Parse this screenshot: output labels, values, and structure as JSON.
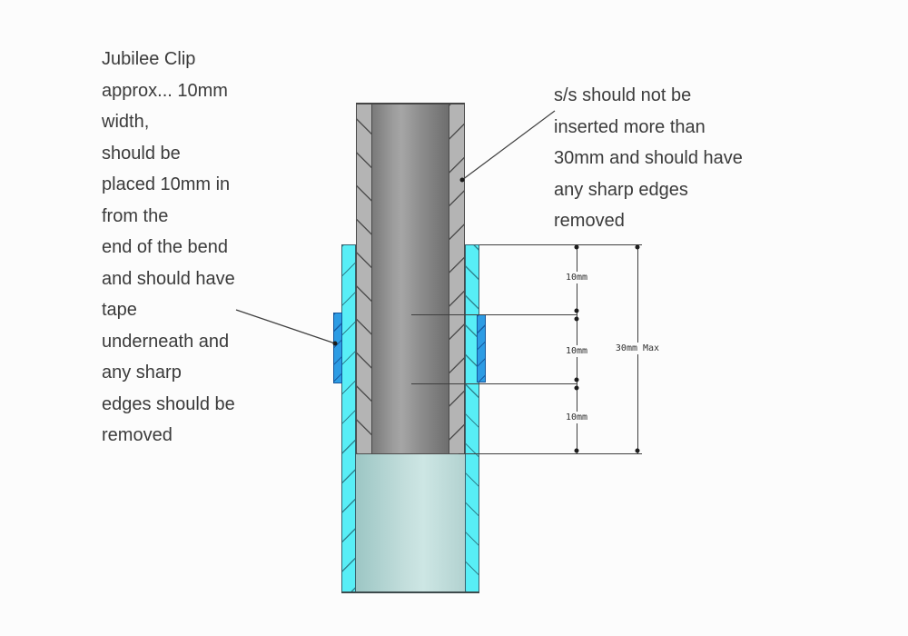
{
  "page": {
    "background_color": "#fcfcfc"
  },
  "annotations": {
    "left": {
      "lines": [
        "Jubilee Clip",
        "approx... 10mm",
        "width,",
        "should be",
        "placed 10mm in",
        "from the",
        "end of the bend",
        "and should have",
        "tape",
        "underneath and",
        "any sharp",
        "edges should be",
        "removed"
      ]
    },
    "right": {
      "lines": [
        "s/s should not be",
        "inserted more than",
        "30mm and should have",
        "any sharp edges",
        "removed"
      ]
    }
  },
  "dimensions": {
    "segment1": "10mm",
    "segment2": "10mm",
    "segment3": "10mm",
    "total": "30mm Max"
  },
  "diagram": {
    "outer_pipe_color": "#58eef6",
    "inner_ss_tube_color": "#9d9d9d",
    "jubilee_clip_color": "#2d9ce4",
    "pipe_bore_color": "#c3dedc",
    "line_color": "#3f3f3f"
  }
}
